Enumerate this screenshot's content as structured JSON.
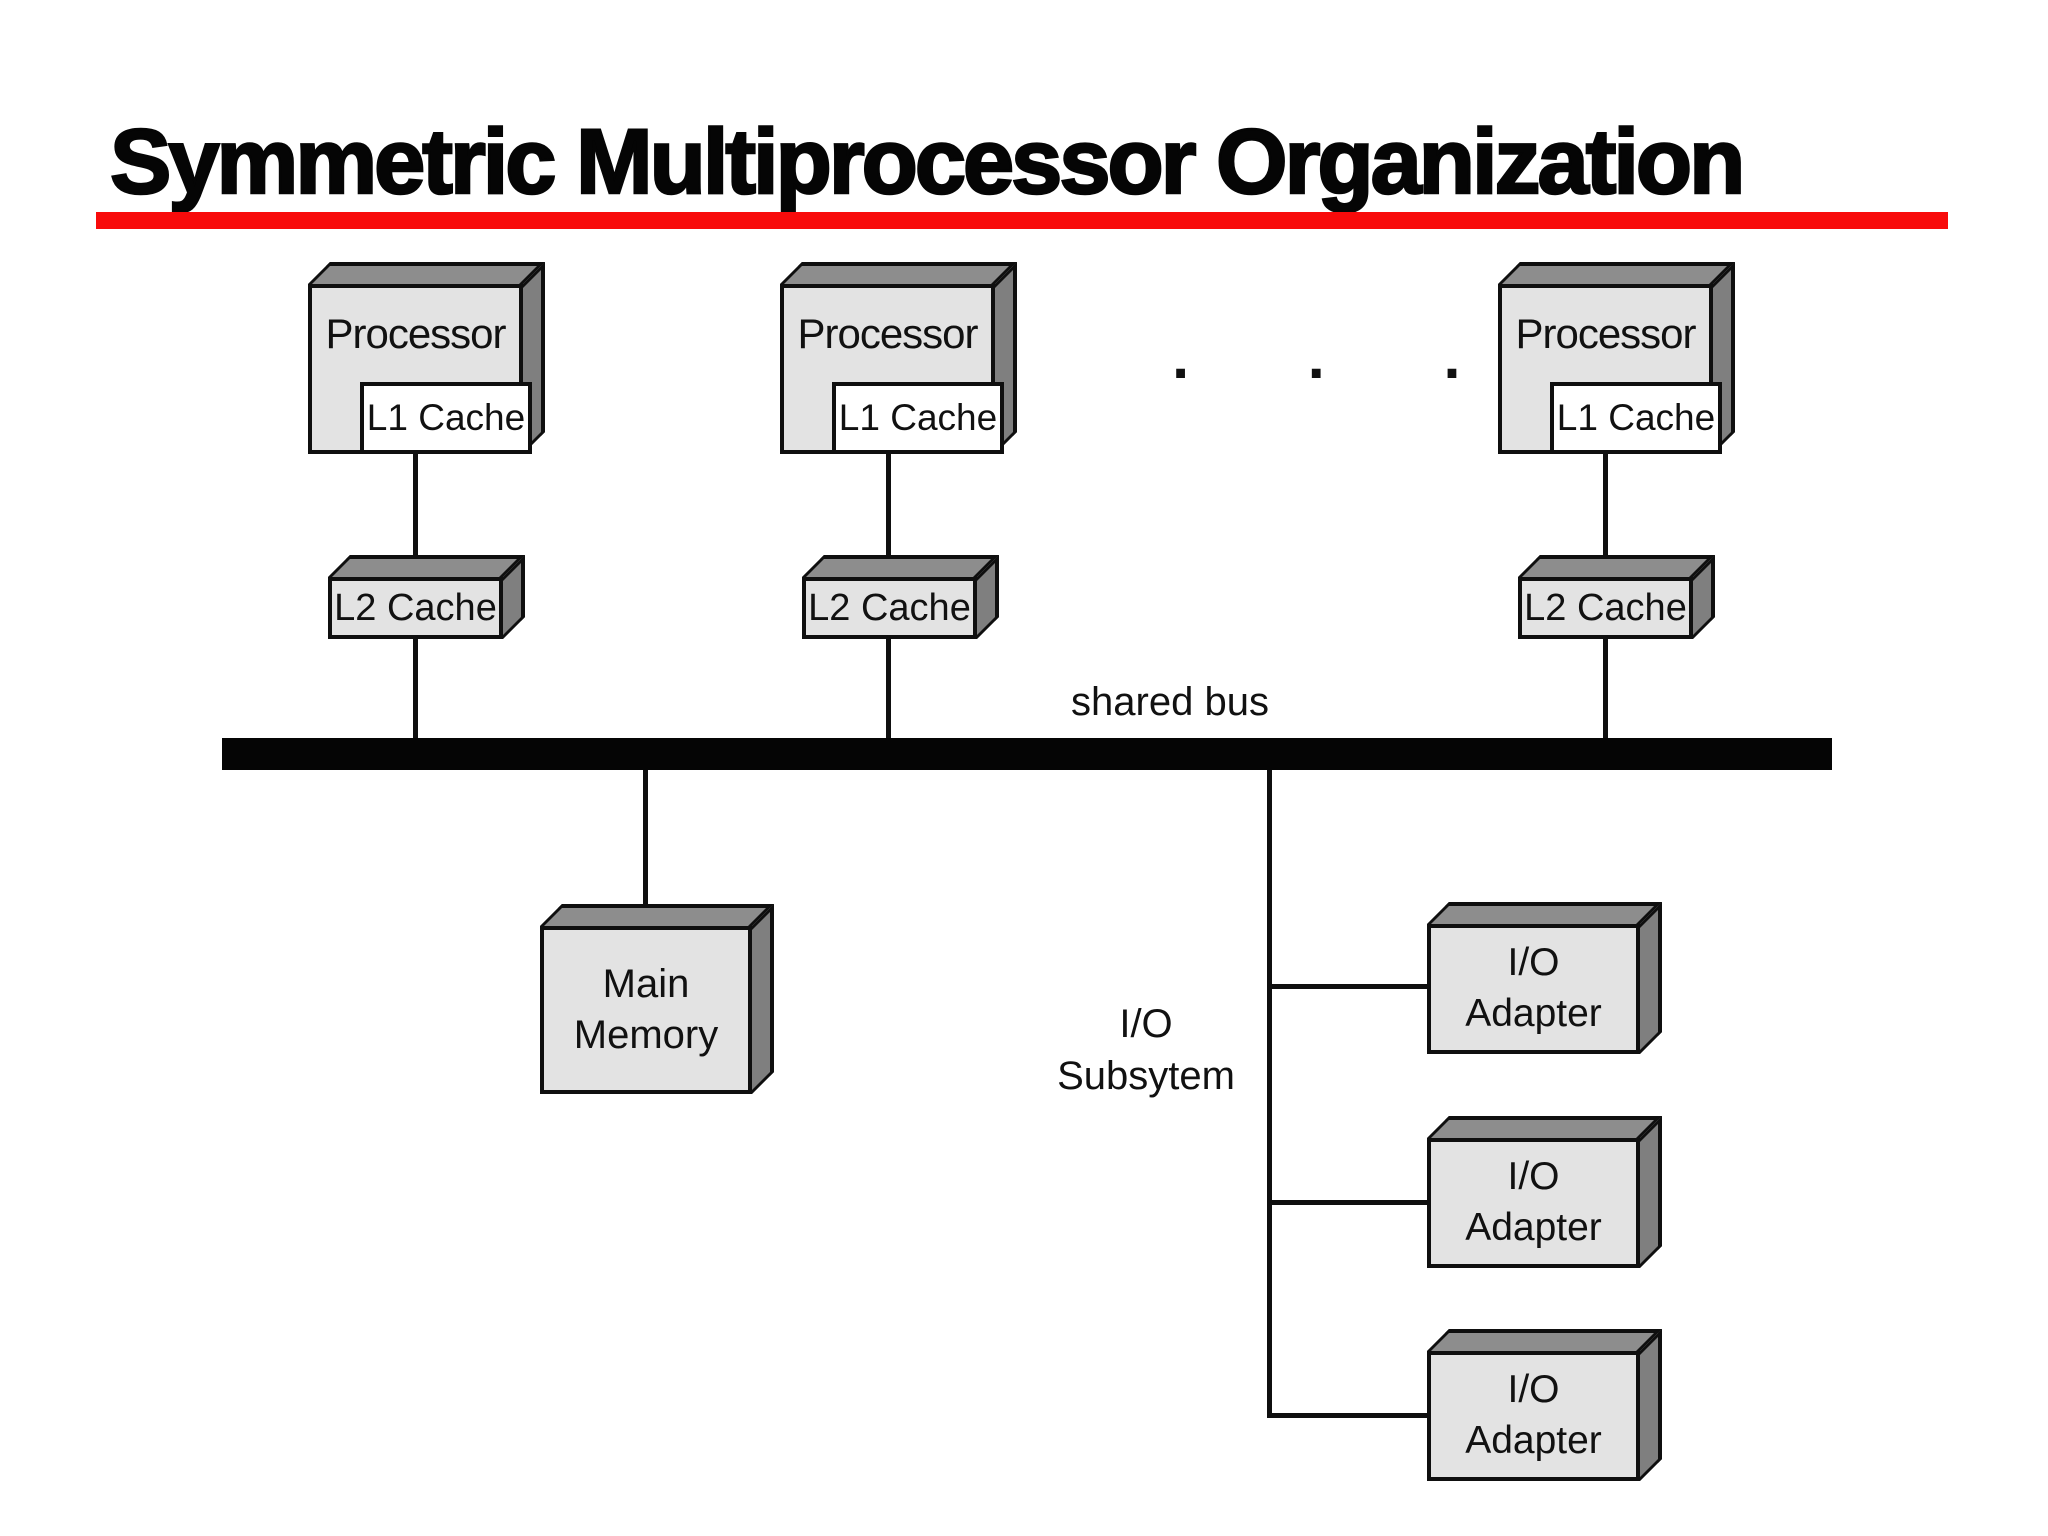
{
  "title": {
    "text": "Symmetric Multiprocessor Organization"
  },
  "colors": {
    "accent_rule": "#f80b0b",
    "box_front": "#e3e3e3",
    "box_top": "#8d8d8d",
    "box_side": "#7f7f7f",
    "line": "#0f0f0f"
  },
  "diagram": {
    "processors": [
      {
        "label": "Processor",
        "l1_label": "L1 Cache"
      },
      {
        "label": "Processor",
        "l1_label": "L1 Cache"
      },
      {
        "label": "Processor",
        "l1_label": "L1 Cache"
      }
    ],
    "ellipsis": ".  .  .",
    "l2_caches": [
      {
        "label": "L2 Cache"
      },
      {
        "label": "L2 Cache"
      },
      {
        "label": "L2 Cache"
      }
    ],
    "bus": {
      "label": "shared bus"
    },
    "main_memory": {
      "line1": "Main",
      "line2": "Memory"
    },
    "io_subsystem": {
      "line1": "I/O",
      "line2": "Subsytem"
    },
    "io_adapters": [
      {
        "line1": "I/O",
        "line2": "Adapter"
      },
      {
        "line1": "I/O",
        "line2": "Adapter"
      },
      {
        "line1": "I/O",
        "line2": "Adapter"
      }
    ]
  }
}
